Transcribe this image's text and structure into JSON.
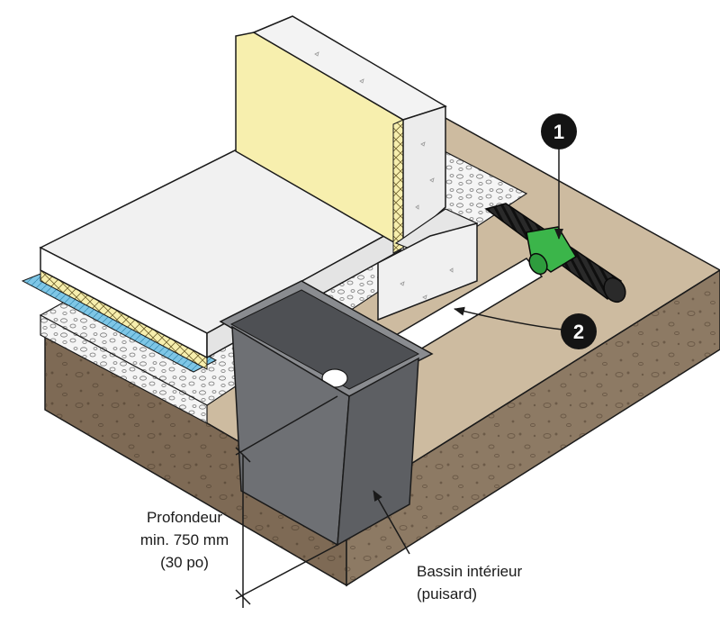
{
  "callouts": {
    "one": "1",
    "two": "2"
  },
  "depth_label": {
    "line1": "Profondeur",
    "line2": "min. 750 mm",
    "line3": "(30 po)"
  },
  "sump_label": {
    "line1": "Bassin intérieur",
    "line2": "(puisard)"
  },
  "colors": {
    "soil_top": "#cdbba0",
    "soil_front": "#7e6a55",
    "soil_side": "#8d7a64",
    "gravel": "#f4f4f4",
    "slab": "#f1f1f1",
    "insulation": "#f7efae",
    "vapour_barrier": "#7ec6e6",
    "sump": "#6e7074",
    "pipe_perforated": "#1e1e1e",
    "tee_fitting": "#3bb54a",
    "pipe_solid": "#ffffff",
    "callout_fill": "#141414"
  }
}
